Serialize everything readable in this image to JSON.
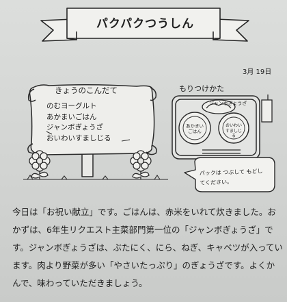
{
  "banner": {
    "title": "パクパクつうしん"
  },
  "date": {
    "text": "3月 19日"
  },
  "menu": {
    "title": "きょうのこんだて",
    "items": [
      "のむヨーグルト",
      "あかまいごはん",
      "ジャンボぎょうざ",
      "おいわいすましじる"
    ]
  },
  "plating": {
    "title": "もりつけかた",
    "bowl_top_label": "ジャンボぎょうざ",
    "rice_label": "あかまいごはん",
    "soup_label": "おいわいすましじる",
    "bubble_text": "パックは つぶして もどしてください。"
  },
  "article": {
    "paragraph": "今日は「お祝い献立」です。ごはんは、赤米をいれて炊きました。おかずは、6年生リクエスト主菜部門第一位の「ジャンボぎょうざ」です。ジャンボぎょうざは、ぶたにく、にら、ねぎ、キャベツが入っています。肉より野菜が多い「やさいたっぷり」のぎょうざです。よくかんで、味わっていただきましょう。"
  }
}
